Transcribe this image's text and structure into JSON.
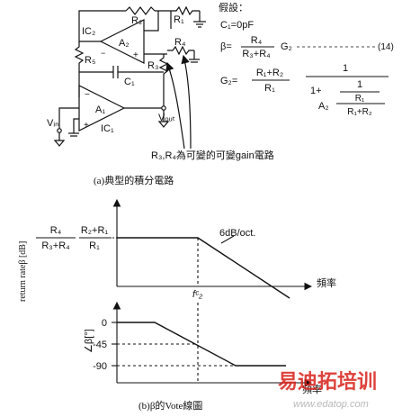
{
  "figure_a": {
    "caption": "(a)典型的積分電路",
    "components": {
      "ic2": "IC₂",
      "a2": "A₂",
      "r2": "R₂",
      "r1": "R₁",
      "r4": "R₄",
      "r3": "R₃",
      "r5": "R₅",
      "c1": "C₁",
      "a1": "A₁",
      "ic1": "IC₁",
      "vin": "Vᵢₙ",
      "vout": "Vₒᵤₜ"
    },
    "note": "R₃,R₄為可變的可變gain電路"
  },
  "conditions": {
    "heading": "假設：",
    "c1_line": "C₁=0pF",
    "beta_lhs": "β=",
    "beta_num": "R₄",
    "beta_den": "R₃+R₄",
    "beta_tail": "G₂",
    "eq_number": "(14)",
    "g2_lhs": "G₂=",
    "g2_frac_num": "R₁+R₂",
    "g2_frac_den": "R₁",
    "one": "1",
    "one_plus": "1+",
    "a2": "A₂",
    "r1": "R₁",
    "r1_plus_r2": "R₁+R₂"
  },
  "figure_b": {
    "ylabel": "return rateβ [dB]",
    "mag_expr_num1": "R₄",
    "mag_expr_den1": "R₃+R₄",
    "mag_expr_num2": "R₂+R₁",
    "mag_expr_den2": "R₁",
    "slope_label": "6dB/oct.",
    "x_label_top": "頻率",
    "corner_label": "fᶜ₂",
    "phase_ylabel": "∠β[°]",
    "phase_ticks": [
      "0",
      "-45",
      "-90"
    ],
    "x_label_bottom": "頻率",
    "caption": "(b)β的Vote線圖"
  },
  "watermark": {
    "text": "易迪拓培训",
    "url": "www.edatop.com"
  }
}
